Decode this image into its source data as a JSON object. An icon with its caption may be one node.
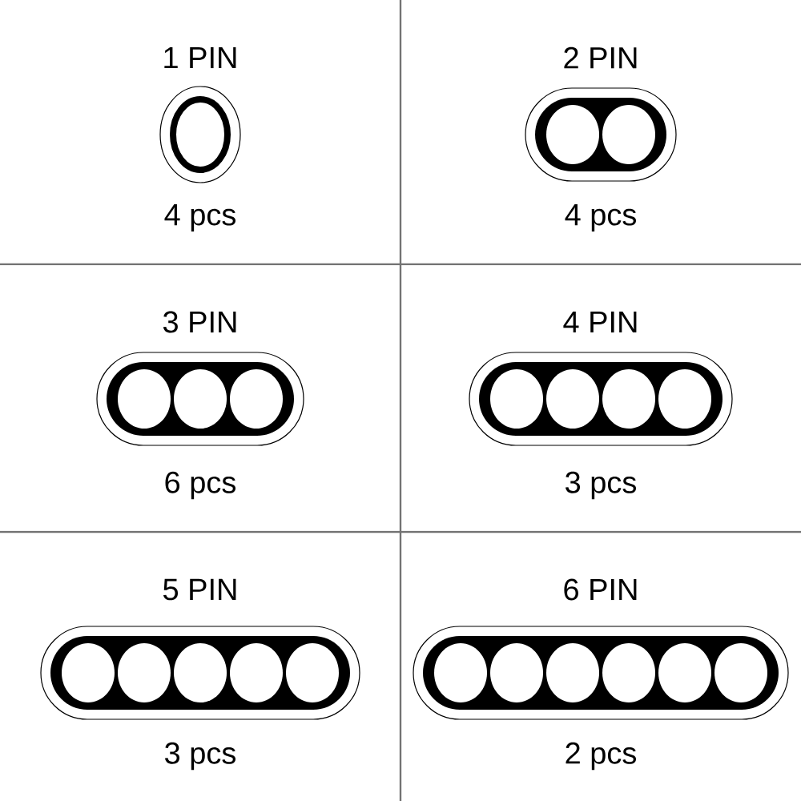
{
  "diagram": {
    "labels": [
      "1 PIN",
      "2 PIN",
      "4 pcs",
      "4 pcs",
      "3 PIN",
      "4 PIN",
      "6 pcs",
      "3 pcs",
      "5 PIN",
      "6 PIN",
      "3 pcs",
      "2 pcs"
    ]
  }
}
